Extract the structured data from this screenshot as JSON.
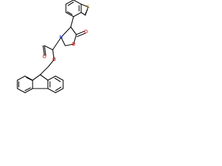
{
  "molecule": {
    "atoms": {
      "thiophene_s": {
        "symbol": "S",
        "color": "#b8a100"
      },
      "ring_o": {
        "symbol": "O",
        "color": "#e00000"
      },
      "lactone_o": {
        "symbol": "O",
        "color": "#e00000"
      },
      "ring_n": {
        "symbol": "N",
        "color": "#1f3fff"
      },
      "carbamate_o_double": {
        "symbol": "O",
        "color": "#e00000"
      },
      "carbamate_o_single": {
        "symbol": "O",
        "color": "#e00000"
      }
    },
    "bond_color": "#000000"
  }
}
